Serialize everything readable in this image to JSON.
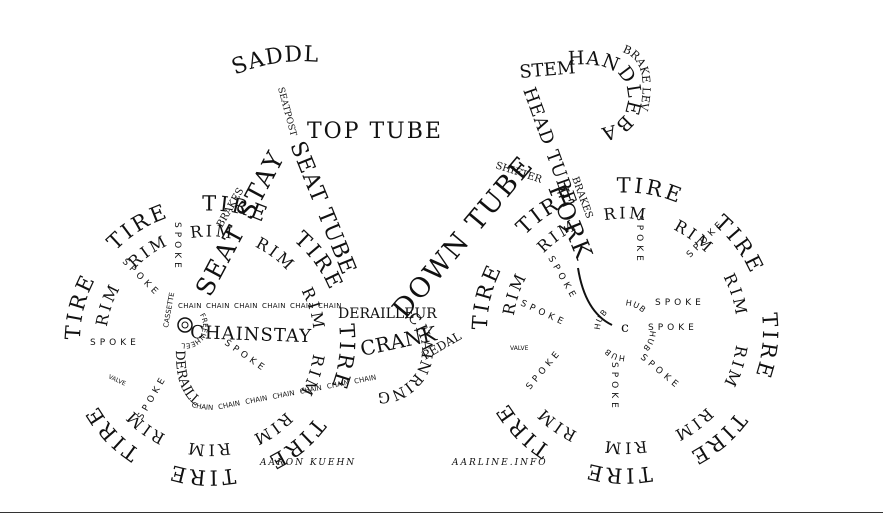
{
  "labels": {
    "saddle": "SADDLE",
    "seatpost": "SEATPOST",
    "top_tube": "TOP TUBE",
    "stem": "STEM",
    "handlebars": "HANDLEBARS",
    "brake_lever": "BRAKE LEVER",
    "head_tube": "HEAD TUBE",
    "fork": "FORK",
    "shifter": "SHIFTER",
    "brakes_front": "BRAKES",
    "brakes_rear": "BRAKES",
    "seat_stay": "SEAT STAY",
    "seat_tube": "SEAT TUBE",
    "down_tube": "DOWN TUBE",
    "derailleur_front": "DERAILLEUR",
    "chainring": "CHAINRING",
    "crank": "CRANK",
    "pedal": "PEDAL",
    "chainstay": "CHAINSTAY",
    "freewheel": "FREEWHEEL",
    "cassette": "CASSETTE",
    "derailleur_rear": "DERAILLEUR",
    "chain": "CHAIN",
    "tire": "TIRE",
    "rim": "RIM",
    "spoke": "SPOKE",
    "valve": "VALVE",
    "hub": "HUB"
  },
  "credits": {
    "author": "AARON KUEHN",
    "site": "AARLINE.INFO"
  },
  "colors": {
    "ink": "#111111",
    "background": "#ffffff"
  }
}
